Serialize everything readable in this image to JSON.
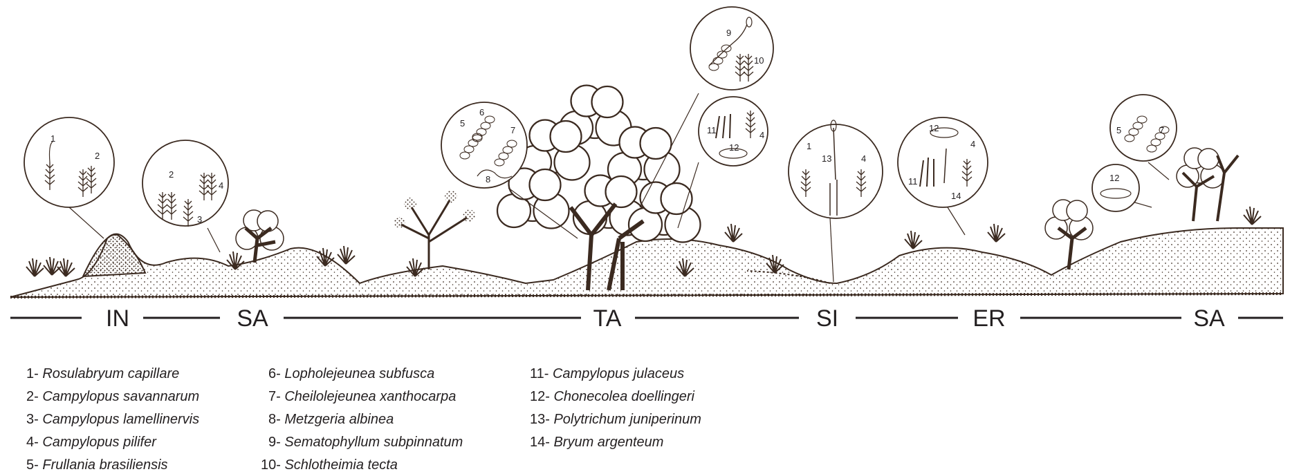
{
  "zones": [
    "IN",
    "SA",
    "TA",
    "SI",
    "ER",
    "SA"
  ],
  "callouts": [
    {
      "id": "c1",
      "numbers": [
        "1",
        "2"
      ]
    },
    {
      "id": "c2",
      "numbers": [
        "2",
        "4",
        "3"
      ]
    },
    {
      "id": "c3",
      "numbers": [
        "5",
        "6",
        "7",
        "8"
      ]
    },
    {
      "id": "c4",
      "numbers": [
        "9",
        "10"
      ]
    },
    {
      "id": "c5",
      "numbers": [
        "11",
        "4",
        "12"
      ]
    },
    {
      "id": "c6",
      "numbers": [
        "1",
        "13",
        "4"
      ]
    },
    {
      "id": "c7",
      "numbers": [
        "12",
        "4",
        "11",
        "14"
      ]
    },
    {
      "id": "c8",
      "numbers": [
        "5",
        "7"
      ]
    },
    {
      "id": "c9",
      "numbers": [
        "12"
      ]
    }
  ],
  "legend": [
    {
      "num": "1-",
      "name": "Rosulabryum capillare"
    },
    {
      "num": "2-",
      "name": "Campylopus savannarum"
    },
    {
      "num": "3-",
      "name": "Campylopus lamellinervis"
    },
    {
      "num": "4-",
      "name": "Campylopus pilifer"
    },
    {
      "num": "5-",
      "name": "Frullania brasiliensis"
    },
    {
      "num": "6-",
      "name": "Lopholejeunea subfusca"
    },
    {
      "num": "7-",
      "name": "Cheilolejeunea xanthocarpa"
    },
    {
      "num": "8-",
      "name": "Metzgeria albinea"
    },
    {
      "num": "9-",
      "name": "Sematophyllum subpinnatum"
    },
    {
      "num": "10-",
      "name": "Schlotheimia tecta"
    },
    {
      "num": "11-",
      "name": "Campylopus julaceus"
    },
    {
      "num": "12-",
      "name": "Chonecolea doellingeri"
    },
    {
      "num": "13-",
      "name": "Polytrichum juniperinum"
    },
    {
      "num": "14-",
      "name": "Bryum argenteum"
    }
  ]
}
